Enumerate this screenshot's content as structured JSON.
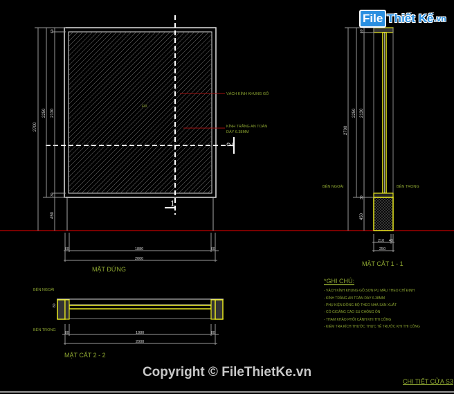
{
  "logo": {
    "file": "File",
    "rest": "Thiết Kế",
    "tld": ".vn"
  },
  "elevation": {
    "title": "MẶT ĐỨNG",
    "fix_label": "FIX",
    "callout_frame": "VÁCH KÍNH KHUNG GỖ",
    "callout_glass_1": "KÍNH TRẮNG AN TOÀN",
    "callout_glass_2": "DÀY 6.38MM",
    "section_mark_1": "1",
    "section_mark_2": "2",
    "dims_vertical": {
      "total": "2700",
      "frame": "2250",
      "glass": "2130",
      "top": "60",
      "bottom": "30",
      "base": "450"
    },
    "dims_horizontal": {
      "left": "60",
      "middle": "1880",
      "right": "60",
      "total": "2000"
    }
  },
  "section_1_1": {
    "title": "MẶT CẮT 1 - 1",
    "outside": "BÊN NGOÀI",
    "inside": "BÊN TRONG",
    "dims_vertical": {
      "total": "2700",
      "frame": "2250",
      "glass": "2130",
      "top": "60",
      "bottom": "30",
      "base": "450"
    },
    "dims_horizontal": {
      "a": "210",
      "b": "40",
      "total": "250"
    }
  },
  "section_2_2": {
    "title": "MẶT CẮT 2 - 2",
    "outside": "BÊN NGOÀI",
    "inside": "BÊN TRONG",
    "dim_side": "80",
    "dims_horizontal": {
      "left": "80",
      "middle": "1880",
      "right": "80",
      "total": "2000"
    }
  },
  "notes": {
    "title": "*GHI CHÚ:",
    "items": [
      "- VÁCH KÍNH KHUNG GỖ,SƠN PU MÀU THEO CHỈ ĐỊNH",
      "- KÍNH TRẮNG AN TOÀN DÀY 6.38MM",
      "- PHỤ KIỆN ĐỒNG BỘ THEO NHÀ SẢN XUẤT",
      "- CÓ GIOĂNG CAO SU CHỐNG ỒN",
      "- THAM KHẢO PHỐI CẢNH KHI THI CÔNG",
      "- KIỂM TRA KÍCH THƯỚC THỰC TẾ TRƯỚC KHI THI CÔNG"
    ]
  },
  "footer": {
    "copyright": "Copyright © FileThietKe.vn",
    "sheet_title": "CHI TIẾT CỬA S3"
  },
  "colors": {
    "background": "#000000",
    "text_green": "#8fa832",
    "frame_yellow": "#e8e820",
    "ground_red": "#c00000"
  }
}
